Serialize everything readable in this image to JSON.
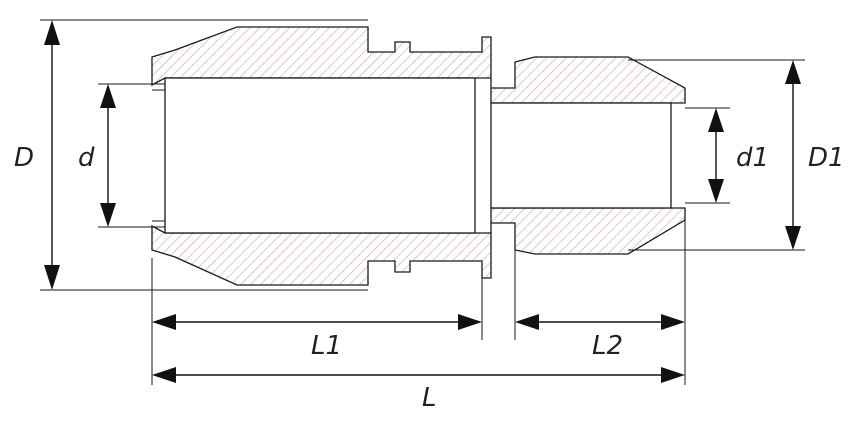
{
  "diagram": {
    "labels": {
      "D": "D",
      "d": "d",
      "d1": "d1",
      "D1": "D1",
      "L1": "L1",
      "L2": "L2",
      "L": "L"
    },
    "colors": {
      "line": "#1a1a1a",
      "hatch": "#c9a79a",
      "background": "#ffffff"
    }
  }
}
